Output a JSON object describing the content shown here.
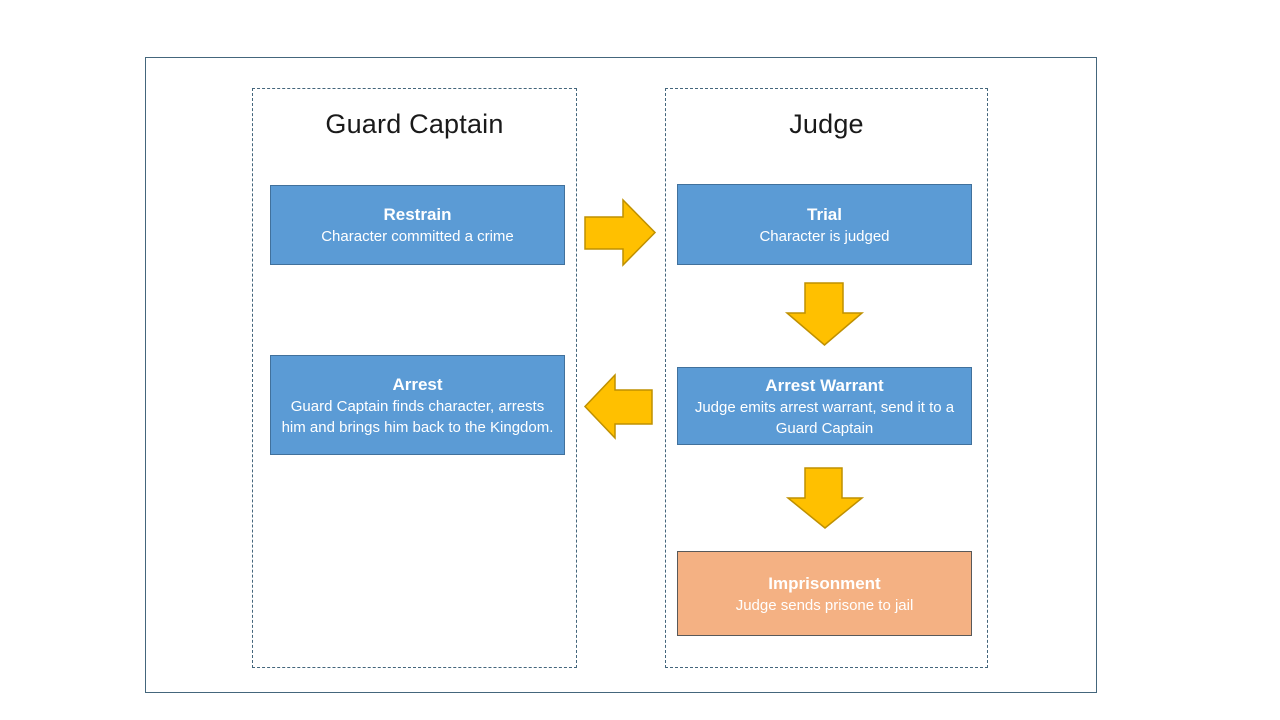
{
  "diagram": {
    "lanes": [
      {
        "title": "Guard Captain",
        "boxes": [
          {
            "title": "Restrain",
            "description": "Character committed a crime",
            "type": "process"
          },
          {
            "title": "Arrest",
            "description": "Guard Captain finds character, arrests him and brings him back to the Kingdom.",
            "type": "process"
          }
        ]
      },
      {
        "title": "Judge",
        "boxes": [
          {
            "title": "Trial",
            "description": "Character is judged",
            "type": "process"
          },
          {
            "title": "Arrest Warrant",
            "description": "Judge emits arrest warrant, send it to a Guard Captain",
            "type": "process"
          },
          {
            "title": "Imprisonment",
            "description": "Judge sends prisone to jail",
            "type": "terminal"
          }
        ]
      }
    ],
    "connectors": [
      {
        "from": "Restrain",
        "to": "Trial",
        "direction": "right"
      },
      {
        "from": "Trial",
        "to": "Arrest Warrant",
        "direction": "down"
      },
      {
        "from": "Arrest Warrant",
        "to": "Arrest",
        "direction": "left"
      },
      {
        "from": "Arrest Warrant",
        "to": "Imprisonment",
        "direction": "down"
      }
    ],
    "colors": {
      "process_fill": "#5B9BD5",
      "process_border": "#41719C",
      "terminal_fill": "#F4B183",
      "terminal_border": "#595959",
      "arrow_fill": "#FFC000",
      "arrow_border": "#BF9000",
      "frame_border": "#44667C",
      "lane_border": "#44667C",
      "title_color": "#1a1a1a"
    }
  }
}
